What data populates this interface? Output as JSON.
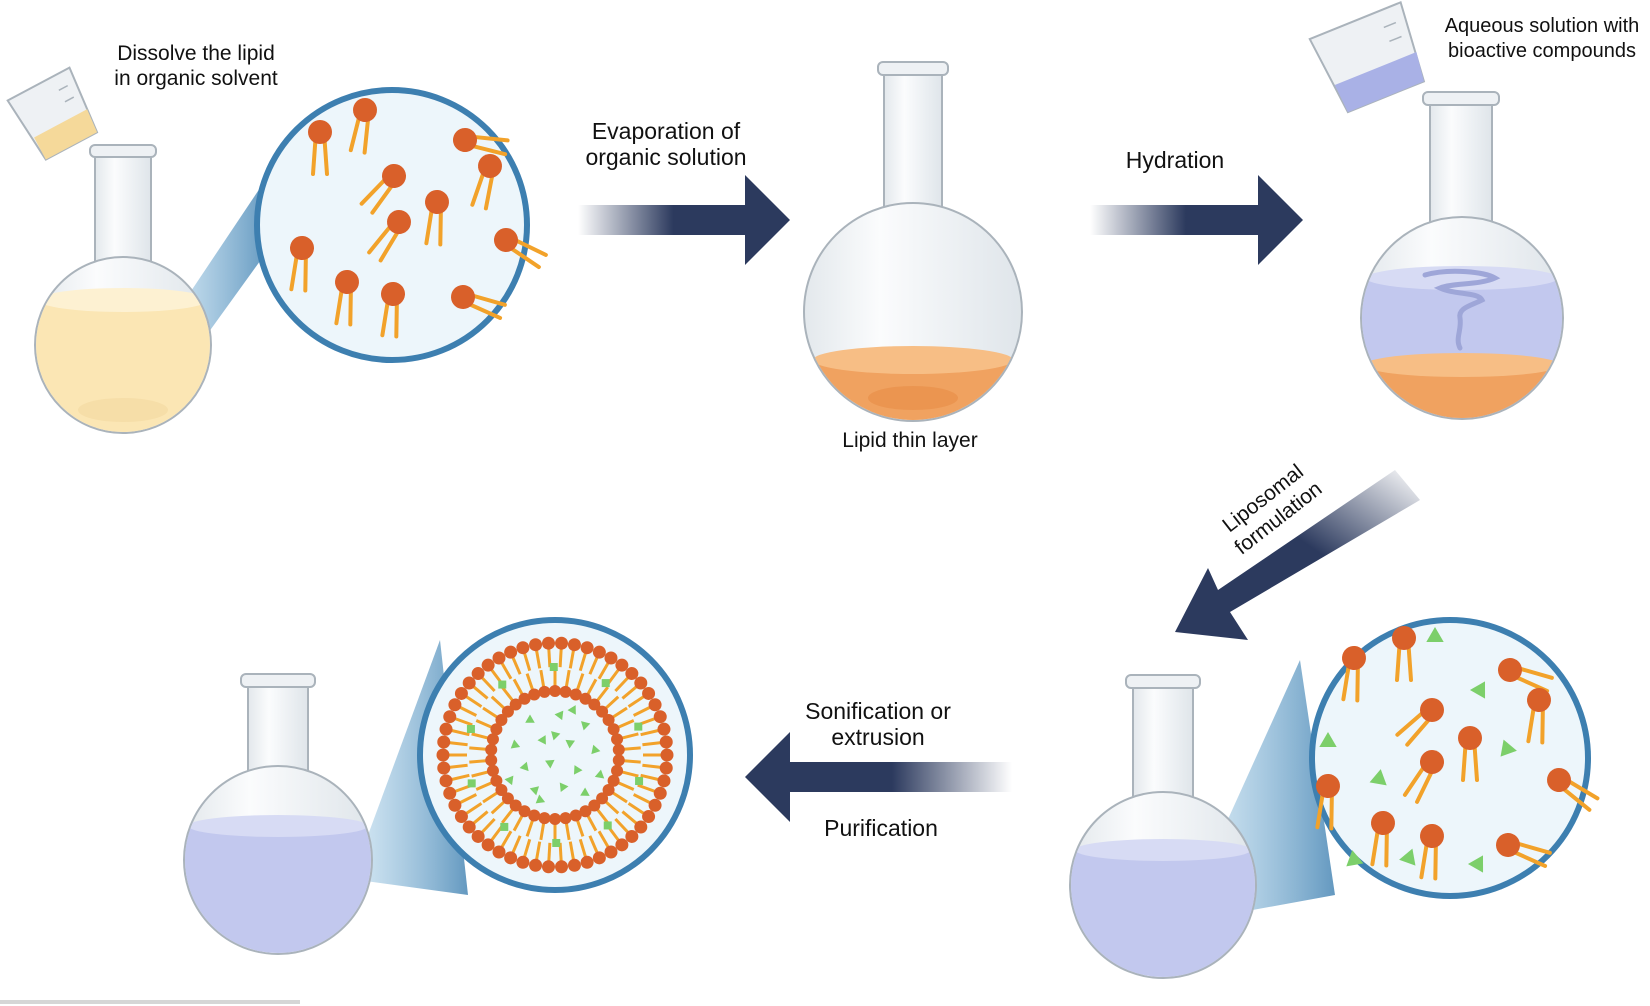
{
  "labels": {
    "dissolve_line1": "Dissolve the lipid",
    "dissolve_line2": "in organic solvent",
    "evap_line1": "Evaporation of",
    "evap_line2": "organic solution",
    "lipid_layer": "Lipid thin layer",
    "hydration": "Hydration",
    "aqueous_line1": "Aqueous solution with",
    "aqueous_line2": "bioactive compounds",
    "liposomal_line1": "Liposomal",
    "liposomal_line2": "formulation",
    "sonification_line1": "Sonification or",
    "sonification_line2": "extrusion",
    "purification": "Purification"
  },
  "colors": {
    "arrow": "#2c3a5e",
    "lipid_head": "#d9602a",
    "lipid_tail": "#f2a22a",
    "lipid_layer": "#f0a260",
    "organic_solution": "#fbe6b4",
    "aqueous_solution": "#c2c8ee",
    "zoom_bg": "#edf6fb",
    "zoom_border": "#3d7fb0",
    "bioactive": "#7ccf6a"
  }
}
